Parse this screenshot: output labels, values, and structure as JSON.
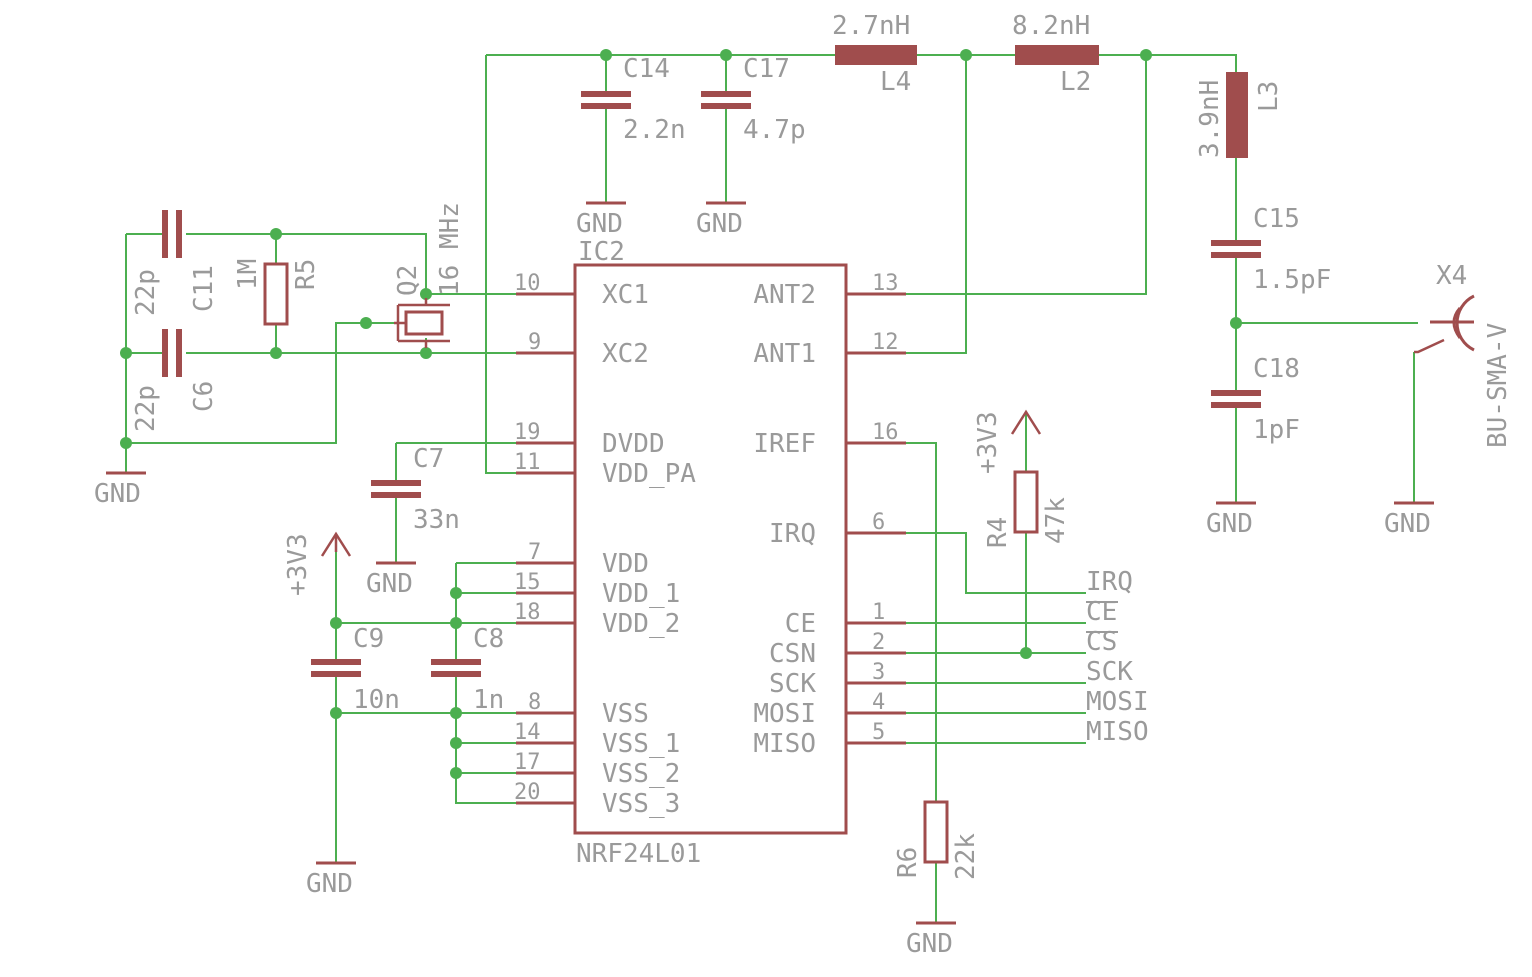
{
  "ic": {
    "name": "IC2",
    "value": "NRF24L01",
    "pins_left": [
      {
        "num": "10",
        "label": "XC1"
      },
      {
        "num": "9",
        "label": "XC2"
      },
      {
        "num": "19",
        "label": "DVDD"
      },
      {
        "num": "11",
        "label": "VDD_PA"
      },
      {
        "num": "7",
        "label": "VDD"
      },
      {
        "num": "15",
        "label": "VDD_1"
      },
      {
        "num": "18",
        "label": "VDD_2"
      },
      {
        "num": "8",
        "label": "VSS"
      },
      {
        "num": "14",
        "label": "VSS_1"
      },
      {
        "num": "17",
        "label": "VSS_2"
      },
      {
        "num": "20",
        "label": "VSS_3"
      }
    ],
    "pins_right": [
      {
        "num": "13",
        "label": "ANT2"
      },
      {
        "num": "12",
        "label": "ANT1"
      },
      {
        "num": "16",
        "label": "IREF"
      },
      {
        "num": "6",
        "label": "IRQ"
      },
      {
        "num": "1",
        "label": "CE"
      },
      {
        "num": "2",
        "label": "CSN"
      },
      {
        "num": "3",
        "label": "SCK"
      },
      {
        "num": "4",
        "label": "MOSI"
      },
      {
        "num": "5",
        "label": "MISO"
      }
    ]
  },
  "components": {
    "c14": {
      "name": "C14",
      "value": "2.2n"
    },
    "c17": {
      "name": "C17",
      "value": "4.7p"
    },
    "l4": {
      "name": "L4",
      "value": "2.7nH"
    },
    "l2": {
      "name": "L2",
      "value": "8.2nH"
    },
    "l3": {
      "name": "L3",
      "value": "3.9nH"
    },
    "c15": {
      "name": "C15",
      "value": "1.5pF"
    },
    "c18": {
      "name": "C18",
      "value": "1pF"
    },
    "x4": {
      "name": "X4",
      "value": "BU-SMA-V"
    },
    "c11": {
      "name": "C11",
      "value": "22p"
    },
    "c6": {
      "name": "C6",
      "value": "22p"
    },
    "r5": {
      "name": "R5",
      "value": "1M"
    },
    "q2": {
      "name": "Q2",
      "value": "16 MHz"
    },
    "c7": {
      "name": "C7",
      "value": "33n"
    },
    "c9": {
      "name": "C9",
      "value": "10n"
    },
    "c8": {
      "name": "C8",
      "value": "1n"
    },
    "r4": {
      "name": "R4",
      "value": "47k"
    },
    "r6": {
      "name": "R6",
      "value": "22k"
    }
  },
  "supplies": {
    "gnd": "GND",
    "v33": "+3V3"
  },
  "signals": [
    "IRQ",
    "CE",
    "CS",
    "SCK",
    "MOSI",
    "MISO"
  ],
  "colors": {
    "wire": "#4caf50",
    "part": "#a04d4d",
    "text": "#9a9a9a",
    "background": "#ffffff"
  }
}
